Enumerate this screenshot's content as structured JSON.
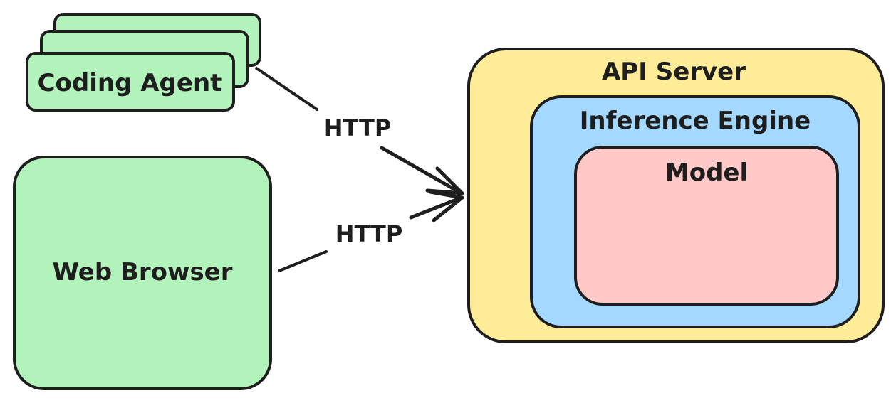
{
  "nodes": {
    "coding_agent": {
      "label": "Coding Agent",
      "fill": "#b2f2bb"
    },
    "web_browser": {
      "label": "Web Browser",
      "fill": "#b2f2bb"
    },
    "api_server": {
      "label": "API Server",
      "fill": "#ffec99"
    },
    "inference_engine": {
      "label": "Inference Engine",
      "fill": "#a5d8ff"
    },
    "model": {
      "label": "Model",
      "fill": "#ffc9c9"
    }
  },
  "edges": [
    {
      "from": "Coding Agent",
      "to": "API Server",
      "label": "HTTP"
    },
    {
      "from": "Web Browser",
      "to": "API Server",
      "label": "HTTP"
    }
  ],
  "colors": {
    "stroke": "#1e1e1e",
    "background": "#ffffff"
  }
}
